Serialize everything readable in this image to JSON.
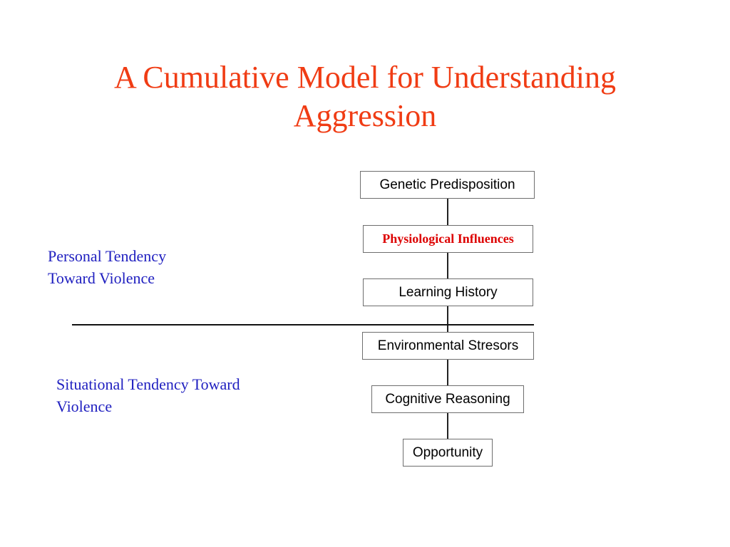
{
  "slide": {
    "title_lines": [
      "A Cumulative Model for Understanding",
      "Aggression"
    ],
    "accent_color": "#f03c14",
    "label_color": "#2020c0",
    "highlight_color": "#dd0000"
  },
  "labels": {
    "personal": [
      "Personal Tendency",
      "Toward Violence"
    ],
    "situational": [
      "Situational Tendency Toward",
      "Violence"
    ]
  },
  "factors": [
    {
      "label": "Genetic Predisposition",
      "highlighted": false
    },
    {
      "label": "Physiological Influences",
      "highlighted": true
    },
    {
      "label": "Learning History",
      "highlighted": false
    },
    {
      "label": "Environmental Stresors",
      "highlighted": false
    },
    {
      "label": "Cognitive Reasoning",
      "highlighted": false
    },
    {
      "label": "Opportunity",
      "highlighted": false
    }
  ]
}
